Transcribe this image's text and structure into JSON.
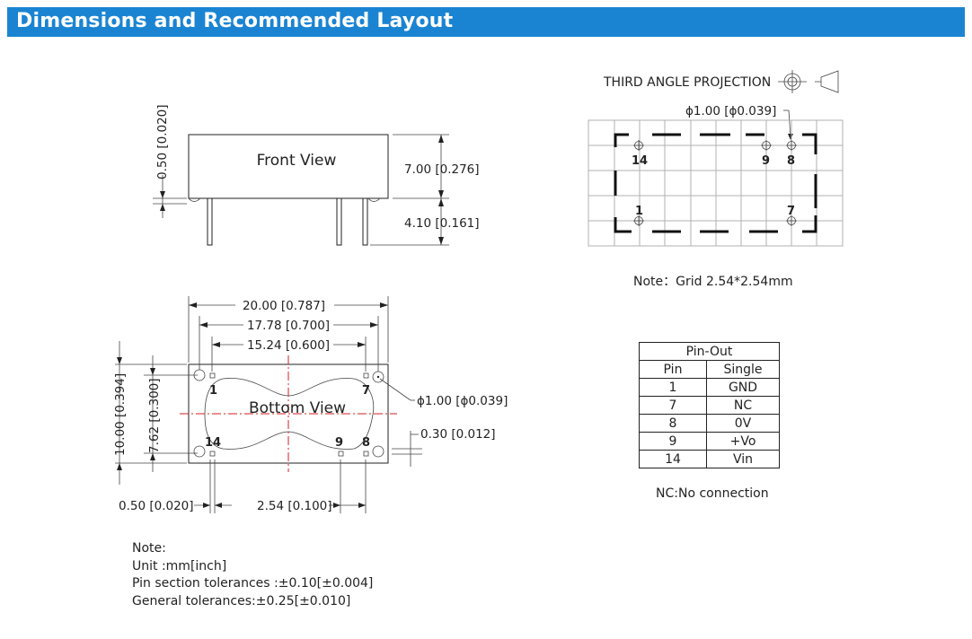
{
  "header": {
    "title": "Dimensions and Recommended Layout"
  },
  "front_view": {
    "label": "Front View",
    "dim_height": "7.00 [0.276]",
    "dim_pin_length": "4.10 [0.161]",
    "dim_standoff": "0.50 [0.020]"
  },
  "bottom_view": {
    "label": "Bottom View",
    "dim_width": "20.00 [0.787]",
    "dim_pin_span_outer": "17.78 [0.700]",
    "dim_pin_span_inner": "15.24 [0.600]",
    "dim_height": "10.00 [0.394]",
    "dim_pin_rows": "7.62 [0.300]",
    "dim_hole": "ϕ1.00 [ϕ0.039]",
    "dim_pin_thickness": "0.30 [0.012]",
    "dim_edge": "0.50 [0.020]",
    "dim_pitch": "2.54 [0.100]",
    "pin_labels": {
      "p1": "1",
      "p7": "7",
      "p14": "14",
      "p9": "9",
      "p8": "8"
    }
  },
  "footprint": {
    "projection_label": "THIRD ANGLE PROJECTION",
    "hole_label": "ϕ1.00 [ϕ0.039]",
    "pin_labels": {
      "p14": "14",
      "p9": "9",
      "p8": "8",
      "p1": "1",
      "p7": "7"
    },
    "grid_note": "Note：Grid 2.54*2.54mm"
  },
  "pinout": {
    "title": "Pin-Out",
    "headers": [
      "Pin",
      "Single"
    ],
    "rows": [
      [
        "1",
        "GND"
      ],
      [
        "7",
        "NC"
      ],
      [
        "8",
        "0V"
      ],
      [
        "9",
        "+Vo"
      ],
      [
        "14",
        "Vin"
      ]
    ],
    "nc_note": "NC:No connection"
  },
  "notes": [
    "Note:",
    "Unit :mm[inch]",
    "Pin section tolerances :±0.10[±0.004]",
    "General tolerances:±0.25[±0.010]"
  ],
  "colors": {
    "header_bg": "#1a84d2",
    "center_line": "#d12020",
    "grid": "#b0b0b0"
  }
}
